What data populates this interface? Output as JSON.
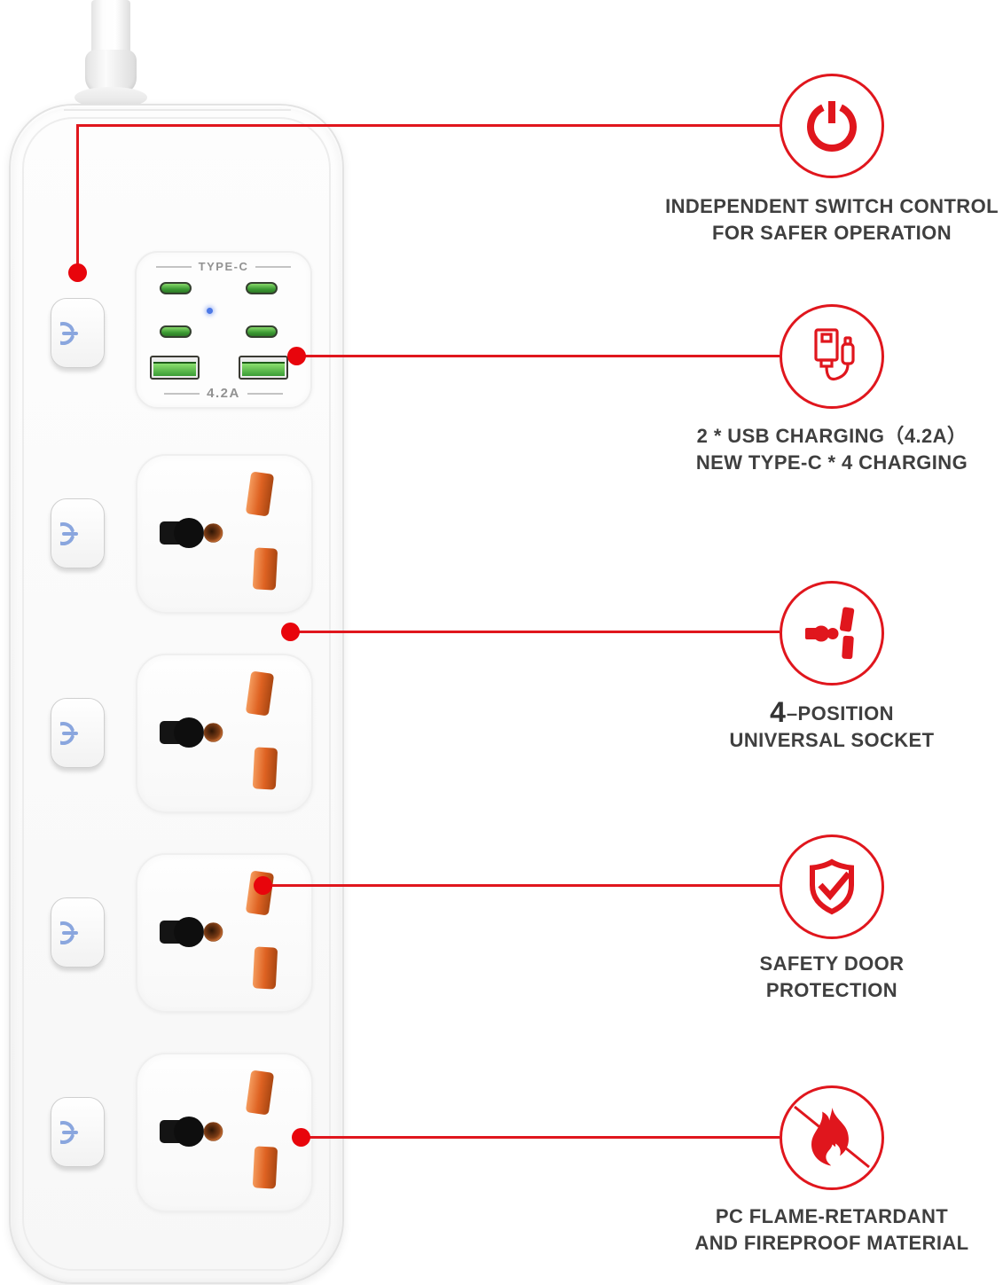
{
  "colors": {
    "accent_red": "#e0161d",
    "text_dark": "#3f3f3f",
    "switch_symbol_blue": "#8aa6de",
    "usb_green": "#4fae3f",
    "socket_orange": "#e0662a",
    "led_blue": "#4d79e6"
  },
  "product": {
    "switch_count": 5,
    "universal_socket_count": 4,
    "usb_module": {
      "top_label": "TYPE-C",
      "bottom_label": "4.2A",
      "type_c_port_count": 4,
      "usb_a_port_count": 2
    }
  },
  "callouts": [
    {
      "icon": "power-icon",
      "line1": "INDEPENDENT SWITCH CONTROL",
      "line2": "FOR SAFER OPERATION"
    },
    {
      "icon": "usb-cable-icon",
      "line1": "2 * USB CHARGING（4.2A）",
      "line2": "NEW TYPE-C * 4 CHARGING"
    },
    {
      "icon": "universal-plug-icon",
      "big_number": "4",
      "line1": "–POSITION",
      "line2": "UNIVERSAL SOCKET"
    },
    {
      "icon": "shield-check-icon",
      "line1": "SAFETY DOOR",
      "line2": "PROTECTION"
    },
    {
      "icon": "no-fire-icon",
      "line1": "PC FLAME-RETARDANT",
      "line2": "AND FIREPROOF MATERIAL"
    }
  ]
}
